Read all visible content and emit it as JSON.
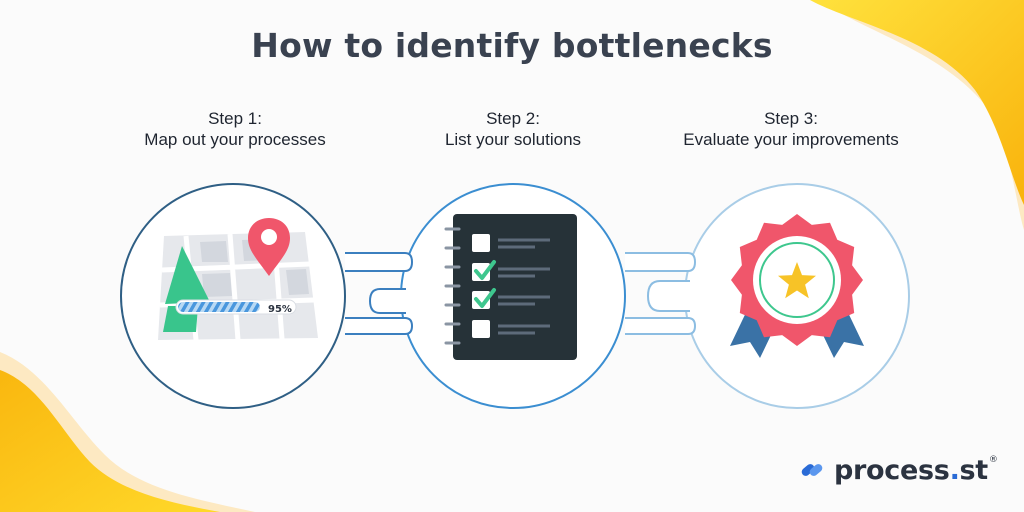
{
  "title": "How to identify bottlenecks",
  "steps": [
    {
      "label": "Step 1:",
      "text": "Map out your processes"
    },
    {
      "label": "Step 2:",
      "text": "List your solutions"
    },
    {
      "label": "Step 3:",
      "text": "Evaluate your improvements"
    }
  ],
  "progress_label": "95%",
  "progress_value": 0.95,
  "brand": {
    "name": "process",
    "dot": ".",
    "suffix": "st",
    "reg": "®"
  },
  "colors": {
    "ring_dark": "#2f5f85",
    "ring_mid": "#3b8ed1",
    "ring_light": "#a9cde7",
    "accent_yellow": "#f8c11c",
    "pin_red": "#f0566b",
    "badge_pink": "#f0566b",
    "star_yellow": "#f7c327",
    "ribbon_blue": "#3a72a6",
    "checklist_dark": "#263238",
    "check_green": "#3ec78e",
    "map_green": "#39c58c"
  }
}
